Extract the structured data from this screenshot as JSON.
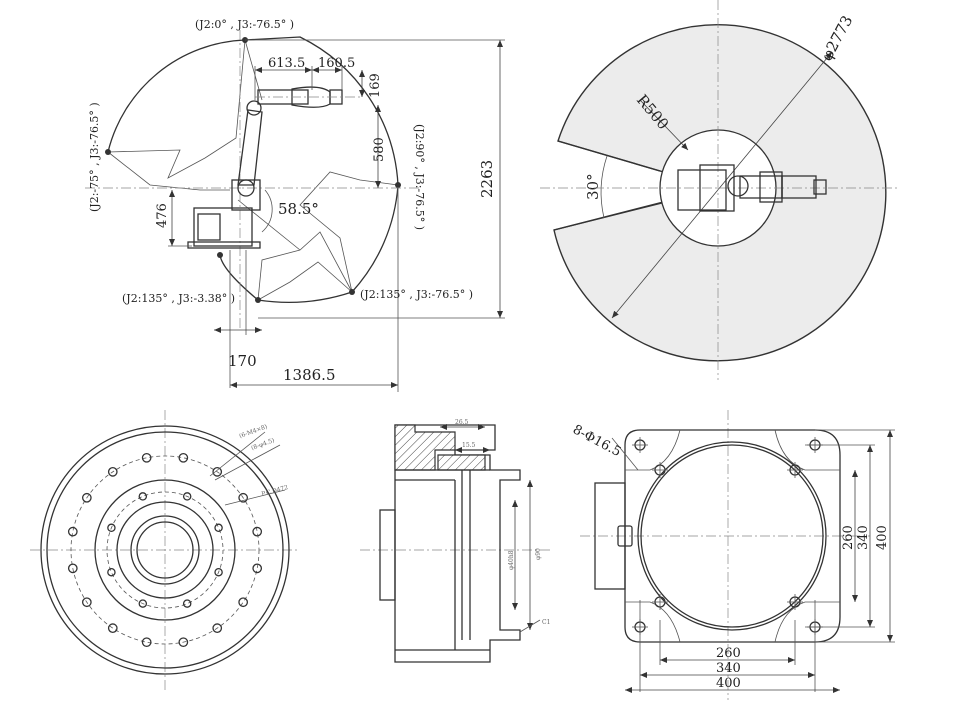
{
  "side_view": {
    "pose_top": "(J2:0° , J3:-76.5° )",
    "pose_left": "(J2:-75° , J3:-76.5° )",
    "pose_right": "(J2:90° , J3:-76.5° )",
    "pose_bottom_left": "(J2:135° , J3:-3.38° )",
    "pose_bottom_right": "(J2:135° , J3:-76.5° )",
    "dim_613_5": "613.5",
    "dim_160_5": "160.5",
    "dim_169": "169",
    "dim_580": "580",
    "dim_476": "476",
    "dim_2263": "2263",
    "angle_58_5": "58.5°",
    "dim_170": "170",
    "dim_1386_5": "1386.5"
  },
  "top_view": {
    "dia_2773": "φ2773",
    "radius_500": "R500",
    "angle_30": "30°"
  },
  "flange_front": {
    "pcd_labels": [
      "(6-M4×8)",
      "(8-φ4.5)",
      "P.C.D472"
    ]
  },
  "flange_section": {
    "dim_26_5": "26.5",
    "dim_15_5": "15.5",
    "dia_bore": "φ40h8",
    "dia_90": "φ90",
    "chamfer": "C1"
  },
  "base_plate": {
    "holes": "8-Φ16.5",
    "dim_260_h": "260",
    "dim_340_h": "340",
    "dim_400_h": "400",
    "dim_260_v": "260",
    "dim_340_v": "340",
    "dim_400_v": "400"
  }
}
